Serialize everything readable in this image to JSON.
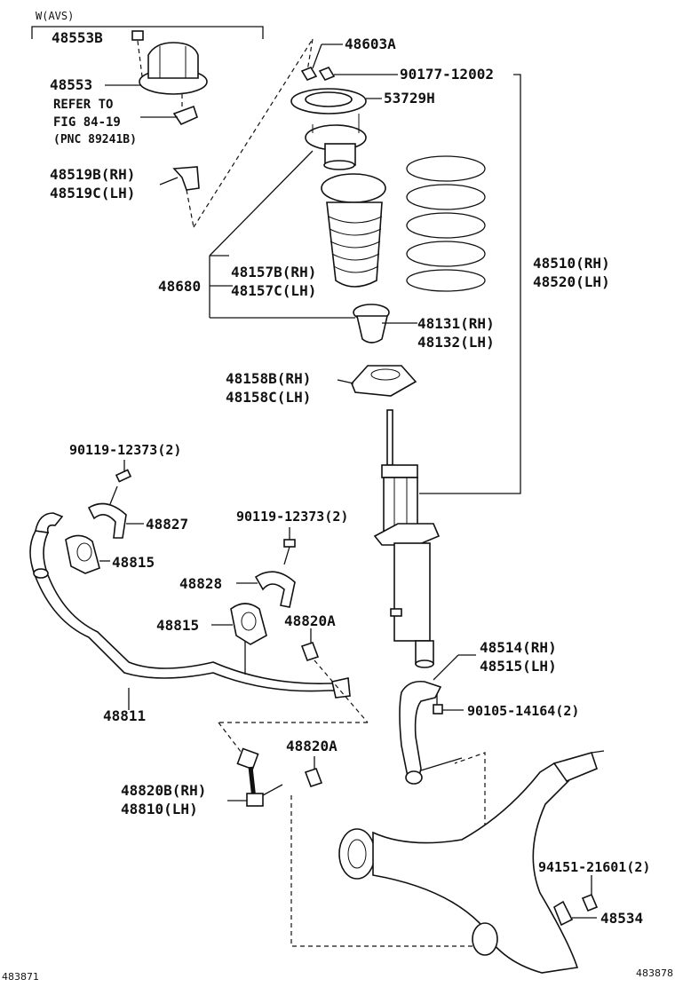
{
  "header": {
    "variant": "W(AVS)"
  },
  "labels": {
    "p48553B": "48553B",
    "p48553": "48553",
    "refer1": "REFER TO",
    "refer2": "FIG 84-19",
    "refer3": "(PNC 89241B)",
    "p48519B": "48519B(RH)",
    "p48519C": "48519C(LH)",
    "p48603A": "48603A",
    "p90177": "90177-12002",
    "p53729H": "53729H",
    "p48510": "48510(RH)",
    "p48520": "48520(LH)",
    "p48157B": "48157B(RH)",
    "p48157C": "48157C(LH)",
    "p48680": "48680",
    "p48131": "48131(RH)",
    "p48132": "48132(LH)",
    "p48158B": "48158B(RH)",
    "p48158C": "48158C(LH)",
    "p90119a": "90119-12373(2)",
    "p48827": "48827",
    "p90119b": "90119-12373(2)",
    "p48815a": "48815",
    "p48828": "48828",
    "p48815b": "48815",
    "p48820Aa": "48820A",
    "p48811": "48811",
    "p48514": "48514(RH)",
    "p48515": "48515(LH)",
    "p90105": "90105-14164(2)",
    "p48820Ab": "48820A",
    "p48820B": "48820B(RH)",
    "p48810": "48810(LH)",
    "p94151": "94151-21601(2)",
    "p48534": "48534"
  },
  "footer": {
    "left_code": "483871",
    "right_code": "483878"
  }
}
